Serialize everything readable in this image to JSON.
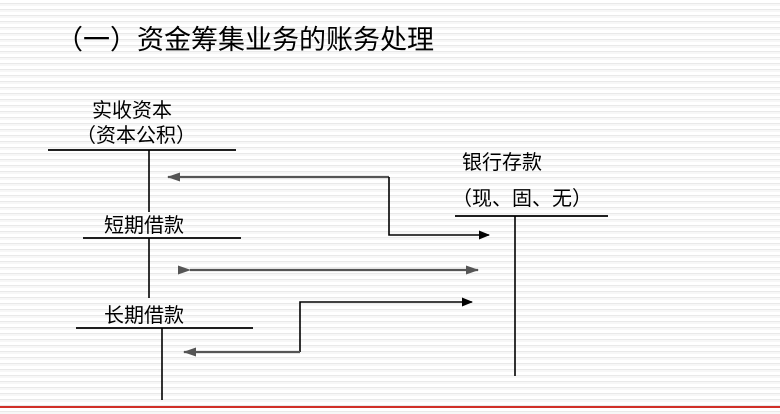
{
  "slide": {
    "title": "（一）资金筹集业务的账务处理",
    "accent_color": "#d03028",
    "line_color": "#000000",
    "arrow_gray": "#555555",
    "background": "#ffffff"
  },
  "accounts": [
    {
      "name": "paid-in-capital",
      "label_line1": "实收资本",
      "label_line2": "（资本公积）"
    },
    {
      "name": "short-term-loan",
      "label_line1": "短期借款",
      "label_line2": ""
    },
    {
      "name": "long-term-loan",
      "label_line1": "长期借款",
      "label_line2": ""
    },
    {
      "name": "bank-deposit",
      "label_line1": "银行存款",
      "label_line2": "（现、固、无）"
    }
  ],
  "flows": [
    {
      "name": "capital-to-bank",
      "from": "bank-deposit",
      "to": "paid-in-capital",
      "style": "gray-arrow-left"
    },
    {
      "name": "short-loan-to-bank",
      "from": "short-term-loan",
      "to": "bank-deposit",
      "style": "black-arrow-right"
    },
    {
      "name": "short-loan-bank-双向",
      "from": "short-term-loan",
      "to": "bank-deposit",
      "style": "gray-double-arrow"
    },
    {
      "name": "long-loan-to-bank",
      "from": "long-term-loan",
      "to": "bank-deposit",
      "style": "black-arrow-right"
    },
    {
      "name": "bank-to-long-loan",
      "from": "bank-deposit",
      "to": "long-term-loan",
      "style": "gray-arrow-left"
    }
  ]
}
